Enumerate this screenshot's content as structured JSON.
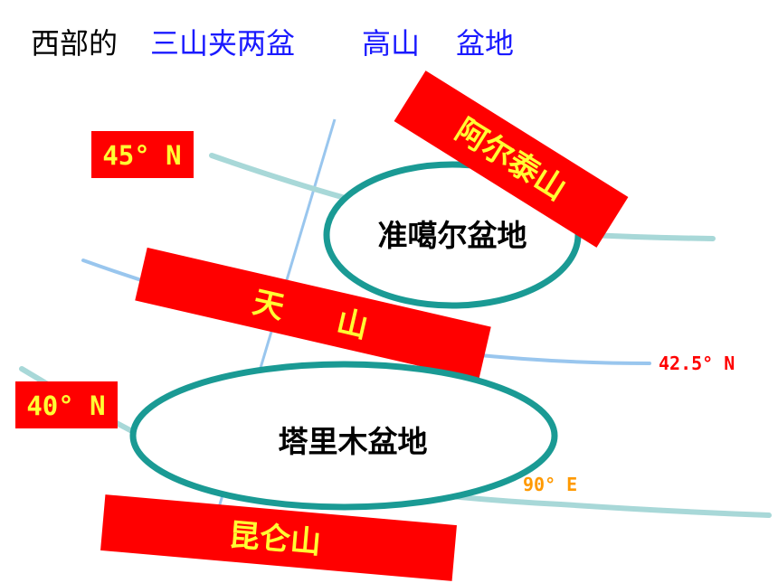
{
  "title": {
    "prefix": "西部的",
    "keyword_1": "三山夹两盆",
    "keyword_2": "高山",
    "keyword_3": "盆地"
  },
  "mountains": {
    "altai": "阿尔泰山",
    "tianshan_1": "天",
    "tianshan_2": "山",
    "kunlun": "昆仑山"
  },
  "basins": {
    "junggar": "准噶尔盆地",
    "tarim": "塔里木盆地"
  },
  "latitudes": {
    "lat_45": "45° N",
    "lat_42_5": "42.5° N",
    "lat_40": "40° N"
  },
  "longitudes": {
    "lon_90": "90° E"
  },
  "colors": {
    "title_keyword": "#1a1aff",
    "mountain_fill": "#ff0000",
    "mountain_text": "#ffff33",
    "basin_outline": "#1a9a94",
    "parallel_line": "#a8d8d8",
    "line_42_5": "#99c6ee",
    "meridian": "#99c6ee"
  }
}
